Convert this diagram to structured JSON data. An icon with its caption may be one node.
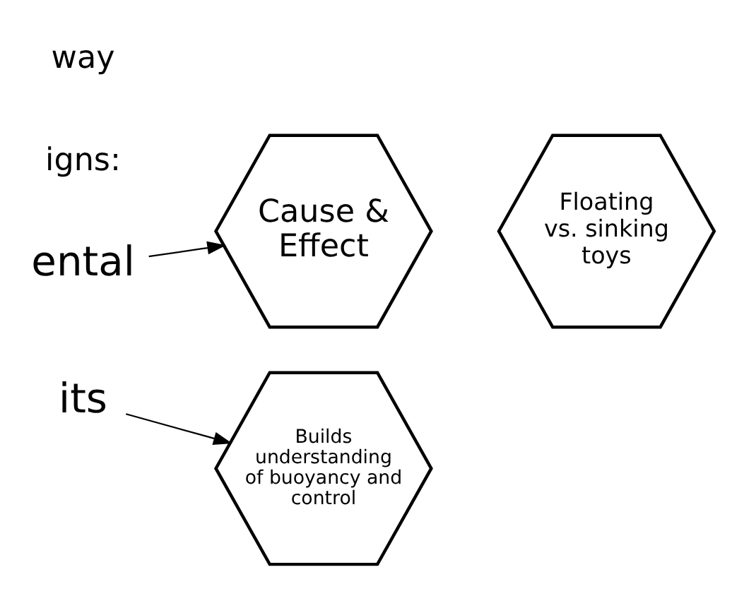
{
  "diagram": {
    "nodes": [
      {
        "text": [
          "ental"
        ]
      },
      {
        "text": [
          "Cause & Effect"
        ]
      },
      {
        "text": [
          "Floating vs. sinking toys"
        ]
      },
      {
        "text": [
          "its"
        ]
      },
      {
        "text": [
          "Builds understanding of buoyancy and control"
        ]
      }
    ],
    "edges": [
      {
        "from": 0,
        "to": 1,
        "arrow": "to"
      },
      {
        "from": 3,
        "to": 4,
        "arrow": "to"
      }
    ],
    "labels": [
      "way",
      "igns:"
    ]
  }
}
